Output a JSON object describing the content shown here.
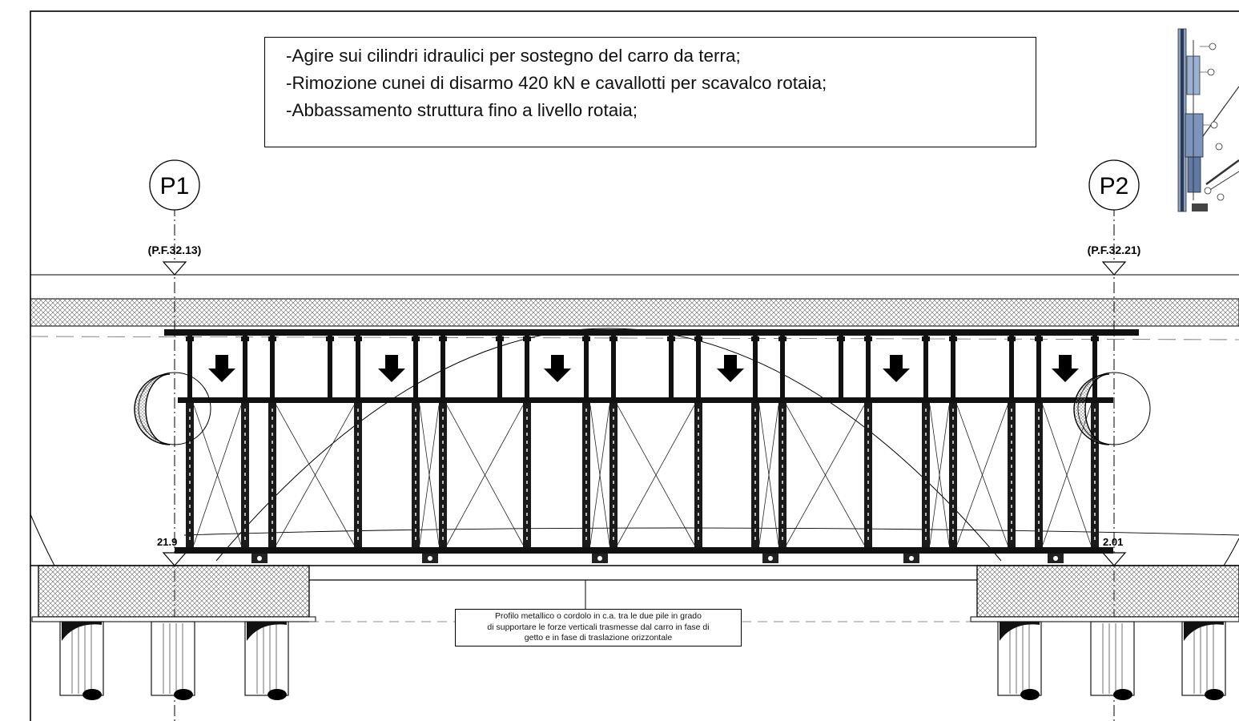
{
  "notes": {
    "lines": [
      "-Agire sui cilindri idraulici per sostegno del carro da terra;",
      "-Rimozione cunei di disarmo 420 kN e cavallotti per scavalco rotaia;",
      "-Abbassamento struttura fino a livello rotaia;"
    ]
  },
  "piers": {
    "left": {
      "label": "P1",
      "level": "(P.F.32.13)",
      "base_level": "21.9"
    },
    "right": {
      "label": "P2",
      "level": "(P.F.32.21)",
      "base_level": "2.01"
    }
  },
  "caption": {
    "lines": [
      "Profilo metallico o cordolo in c.a. tra le due pile in grado",
      "di supportare le forze verticali trasmesse dal carro in fase di",
      "getto e in fase di traslazione orizzontale"
    ]
  },
  "colors": {
    "ink": "#000000",
    "hatch": "#555555",
    "paper": "#ffffff"
  },
  "icons": {
    "load_arrow": "down-arrow-icon"
  }
}
